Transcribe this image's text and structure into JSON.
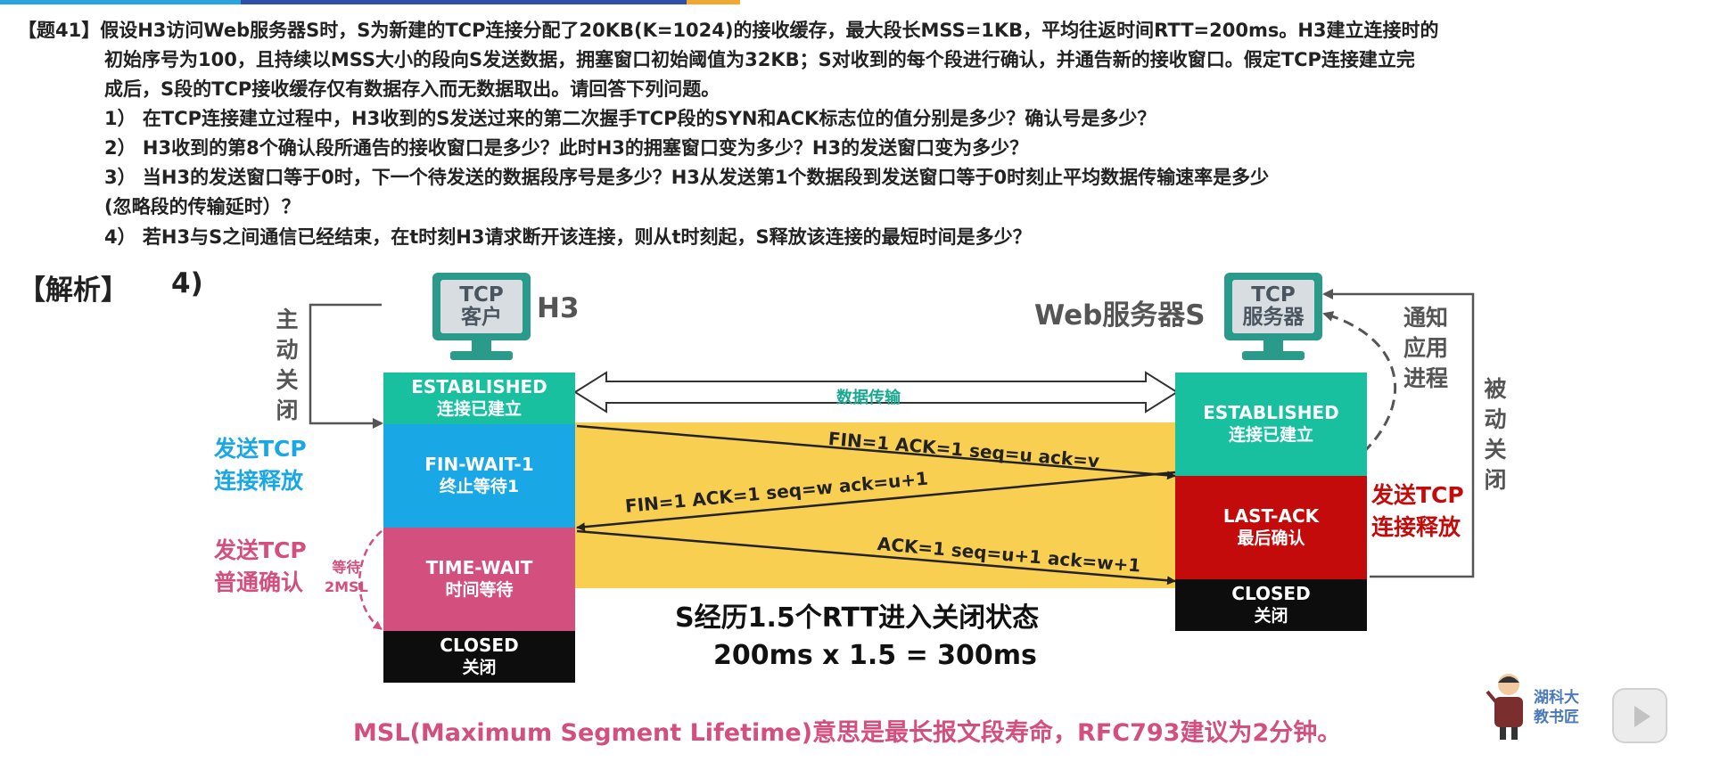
{
  "question": {
    "lines": [
      "【题41】假设H3访问Web服务器S时，S为新建的TCP连接分配了20KB(K=1024)的接收缓存，最大段长MSS=1KB，平均往返时间RTT=200ms。H3建立连接时的",
      "初始序号为100，且持续以MSS大小的段向S发送数据，拥塞窗口初始阈值为32KB；S对收到的每个段进行确认，并通告新的接收窗口。假定TCP连接建立完",
      "成后，S段的TCP接收缓存仅有数据存入而无数据取出。请回答下列问题。",
      "1）  在TCP连接建立过程中，H3收到的S发送过来的第二次握手TCP段的SYN和ACK标志位的值分别是多少？确认号是多少？",
      "2）  H3收到的第8个确认段所通告的接收窗口是多少？此时H3的拥塞窗口变为多少？H3的发送窗口变为多少？",
      "3）  当H3的发送窗口等于0时，下一个待发送的数据段序号是多少？H3从发送第1个数据段到发送窗口等于0时刻止平均数据传输速率是多少",
      "       (忽略段的传输延时）？",
      "4）  若H3与S之间通信已经结束，在t时刻H3请求断开该连接，则从t时刻起，S释放该连接的最短时间是多少？"
    ]
  },
  "analysis": {
    "label": "【解析】",
    "part": "4)"
  },
  "client": {
    "monitor": [
      "TCP",
      "客户"
    ],
    "name": "H3",
    "active_close": [
      "主",
      "动",
      "关",
      "闭"
    ],
    "states": {
      "established": [
        "ESTABLISHED",
        "连接已建立"
      ],
      "fin_wait_1": [
        "FIN-WAIT-1",
        "终止等待1"
      ],
      "time_wait": [
        "TIME-WAIT",
        "时间等待"
      ],
      "closed": [
        "CLOSED",
        "关闭"
      ]
    },
    "send_release": [
      "发送TCP",
      "连接释放"
    ],
    "send_ack": [
      "发送TCP",
      "普通确认"
    ],
    "wait_2msl": [
      "等待",
      "2MSL"
    ]
  },
  "server": {
    "monitor": [
      "TCP",
      "服务器"
    ],
    "name": "Web服务器S",
    "notify_app": [
      "通",
      "知",
      "应",
      "用",
      "进",
      "程"
    ],
    "passive_close": [
      "被",
      "动",
      "关",
      "闭"
    ],
    "states": {
      "established": [
        "ESTABLISHED",
        "连接已建立"
      ],
      "last_ack": [
        "LAST-ACK",
        "最后确认"
      ],
      "closed": [
        "CLOSED",
        "关闭"
      ]
    },
    "send_release": [
      "发送TCP",
      "连接释放"
    ]
  },
  "data_transfer": "数据传输",
  "segments": [
    {
      "text": "FIN=1   ACK=1   seq=u   ack=v"
    },
    {
      "text": "FIN=1    ACK=1     seq=w      ack=u+1"
    },
    {
      "text": "ACK=1   seq=u+1   ack=w+1"
    }
  ],
  "summary": [
    "S经历1.5个RTT进入关闭状态",
    "200ms x 1.5 = 300ms"
  ],
  "msl_note": "MSL(Maximum Segment Lifetime)意思是最长报文段寿命，RFC793建议为2分钟。",
  "brand": [
    "湖科大",
    "教书匠"
  ],
  "colors": {
    "established": "#19c0a0",
    "fin_wait": "#1aa7e6",
    "time_wait": "#d24f7e",
    "last_ack": "#c40b0b",
    "closed": "#0d0d0d",
    "band": "#f9cf52",
    "pink_text": "#d24f7e",
    "blue_text": "#1aa7e6",
    "red_text": "#c40b0b"
  }
}
